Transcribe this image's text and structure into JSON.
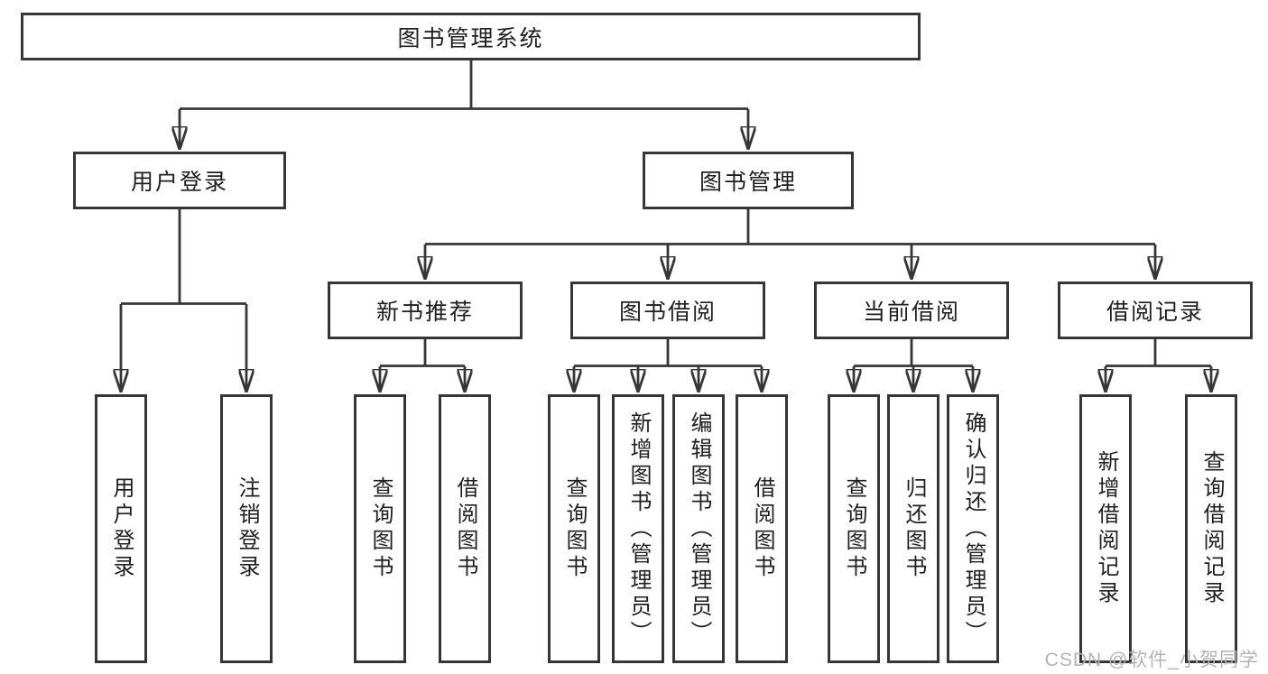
{
  "diagram": {
    "root": "图书管理系统",
    "user_branch": {
      "label": "用户登录",
      "children": [
        "用户登录",
        "注销登录"
      ]
    },
    "book_branch": {
      "label": "图书管理",
      "sections": [
        {
          "label": "新书推荐",
          "children": [
            "查询图书",
            "借阅图书"
          ]
        },
        {
          "label": "图书借阅",
          "children": [
            "查询图书",
            "新增图书（管理员）",
            "编辑图书（管理员）",
            "借阅图书"
          ]
        },
        {
          "label": "当前借阅",
          "children": [
            "查询图书",
            "归还图书",
            "确认归还（管理员）"
          ]
        },
        {
          "label": "借阅记录",
          "children": [
            "新增借阅记录",
            "查询借阅记录"
          ]
        }
      ]
    }
  },
  "watermark": "CSDN @软件_小贺同学",
  "colors": {
    "line": "#363636",
    "text": "#1f1f1f",
    "watermark": "#b3b3b3",
    "background": "#ffffff"
  }
}
